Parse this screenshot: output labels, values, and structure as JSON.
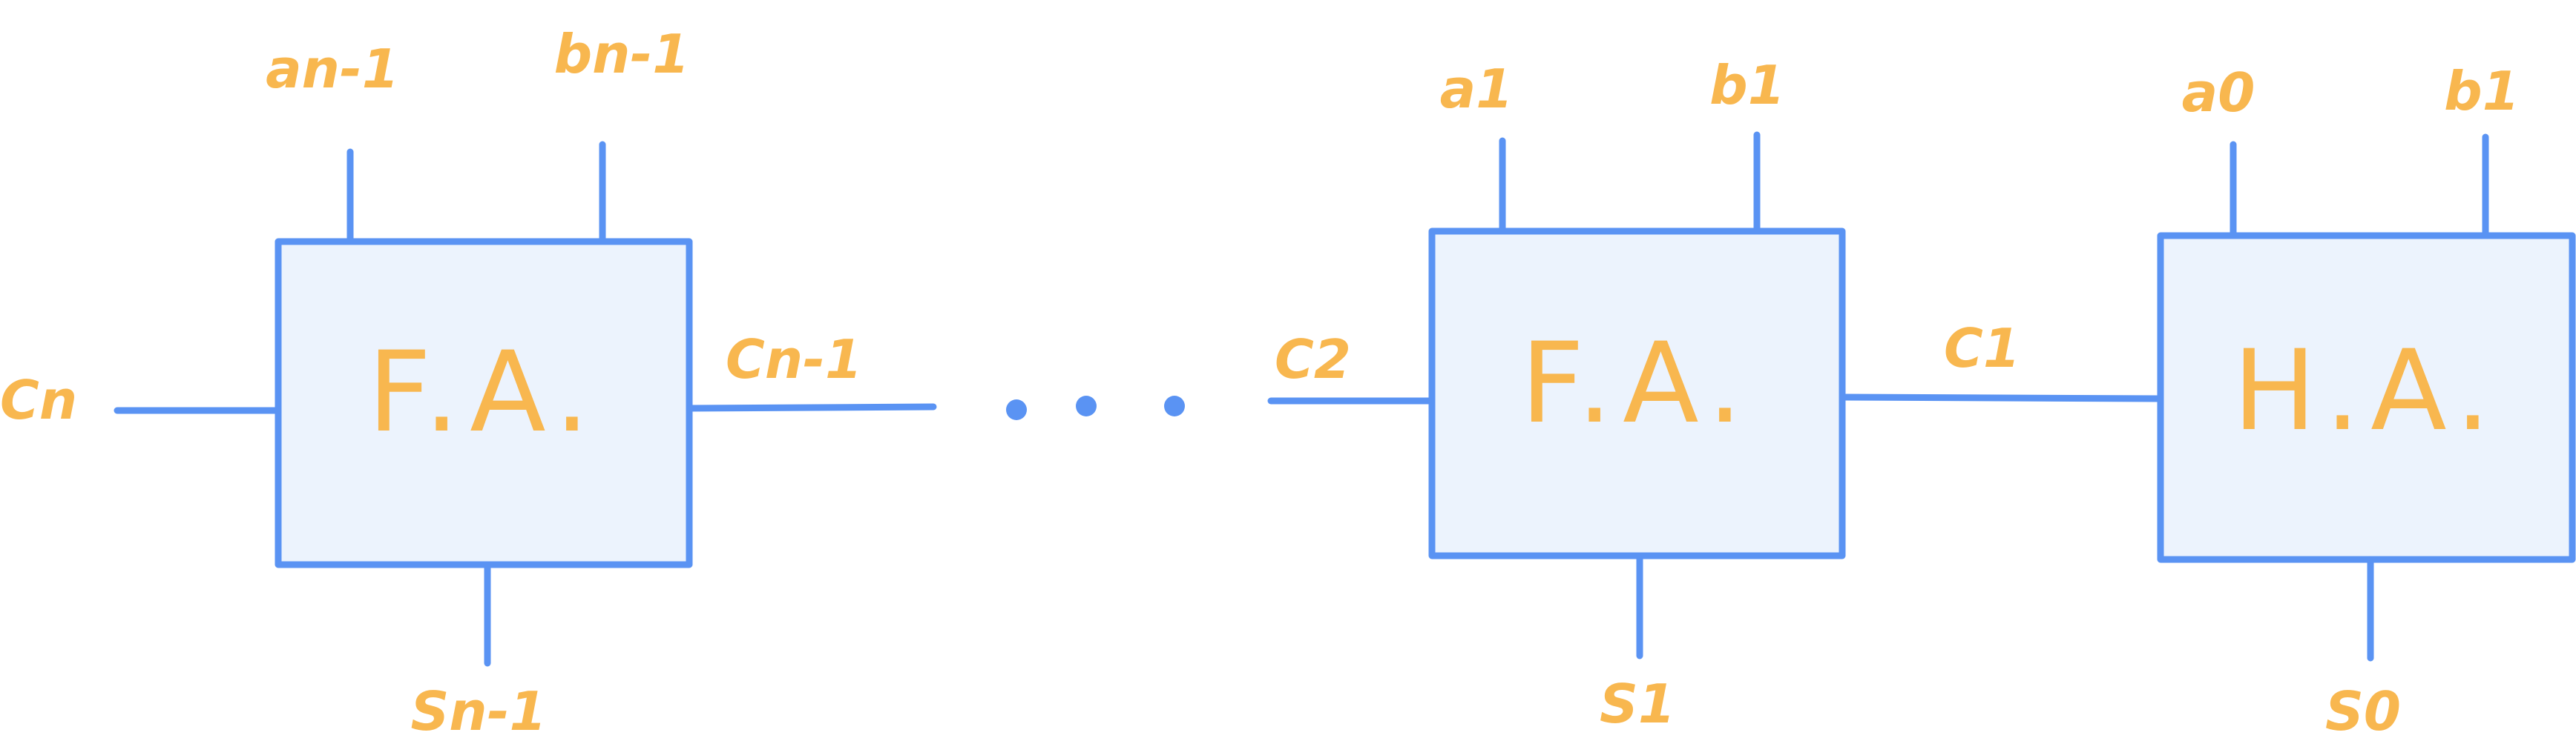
{
  "colors": {
    "wire": "#5a93f3",
    "block_fill": "#ecf3fd",
    "label": "#f8b74f",
    "background": "#ffffff"
  },
  "blocks": [
    {
      "id": "fa-msb",
      "label": "F.A.",
      "input_a": "an-1",
      "input_b": "bn-1",
      "sum_out": "Sn-1",
      "carry_in_label": "Cn-1",
      "carry_out_label": "Cn"
    },
    {
      "id": "fa-bit1",
      "label": "F.A.",
      "input_a": "a1",
      "input_b": "b1",
      "sum_out": "S1",
      "carry_in_label": "C1",
      "carry_out_label": "C2"
    },
    {
      "id": "ha-bit0",
      "label": "H.A.",
      "input_a": "a0",
      "input_b": "b1",
      "sum_out": "S0"
    }
  ],
  "ellipsis": "..."
}
